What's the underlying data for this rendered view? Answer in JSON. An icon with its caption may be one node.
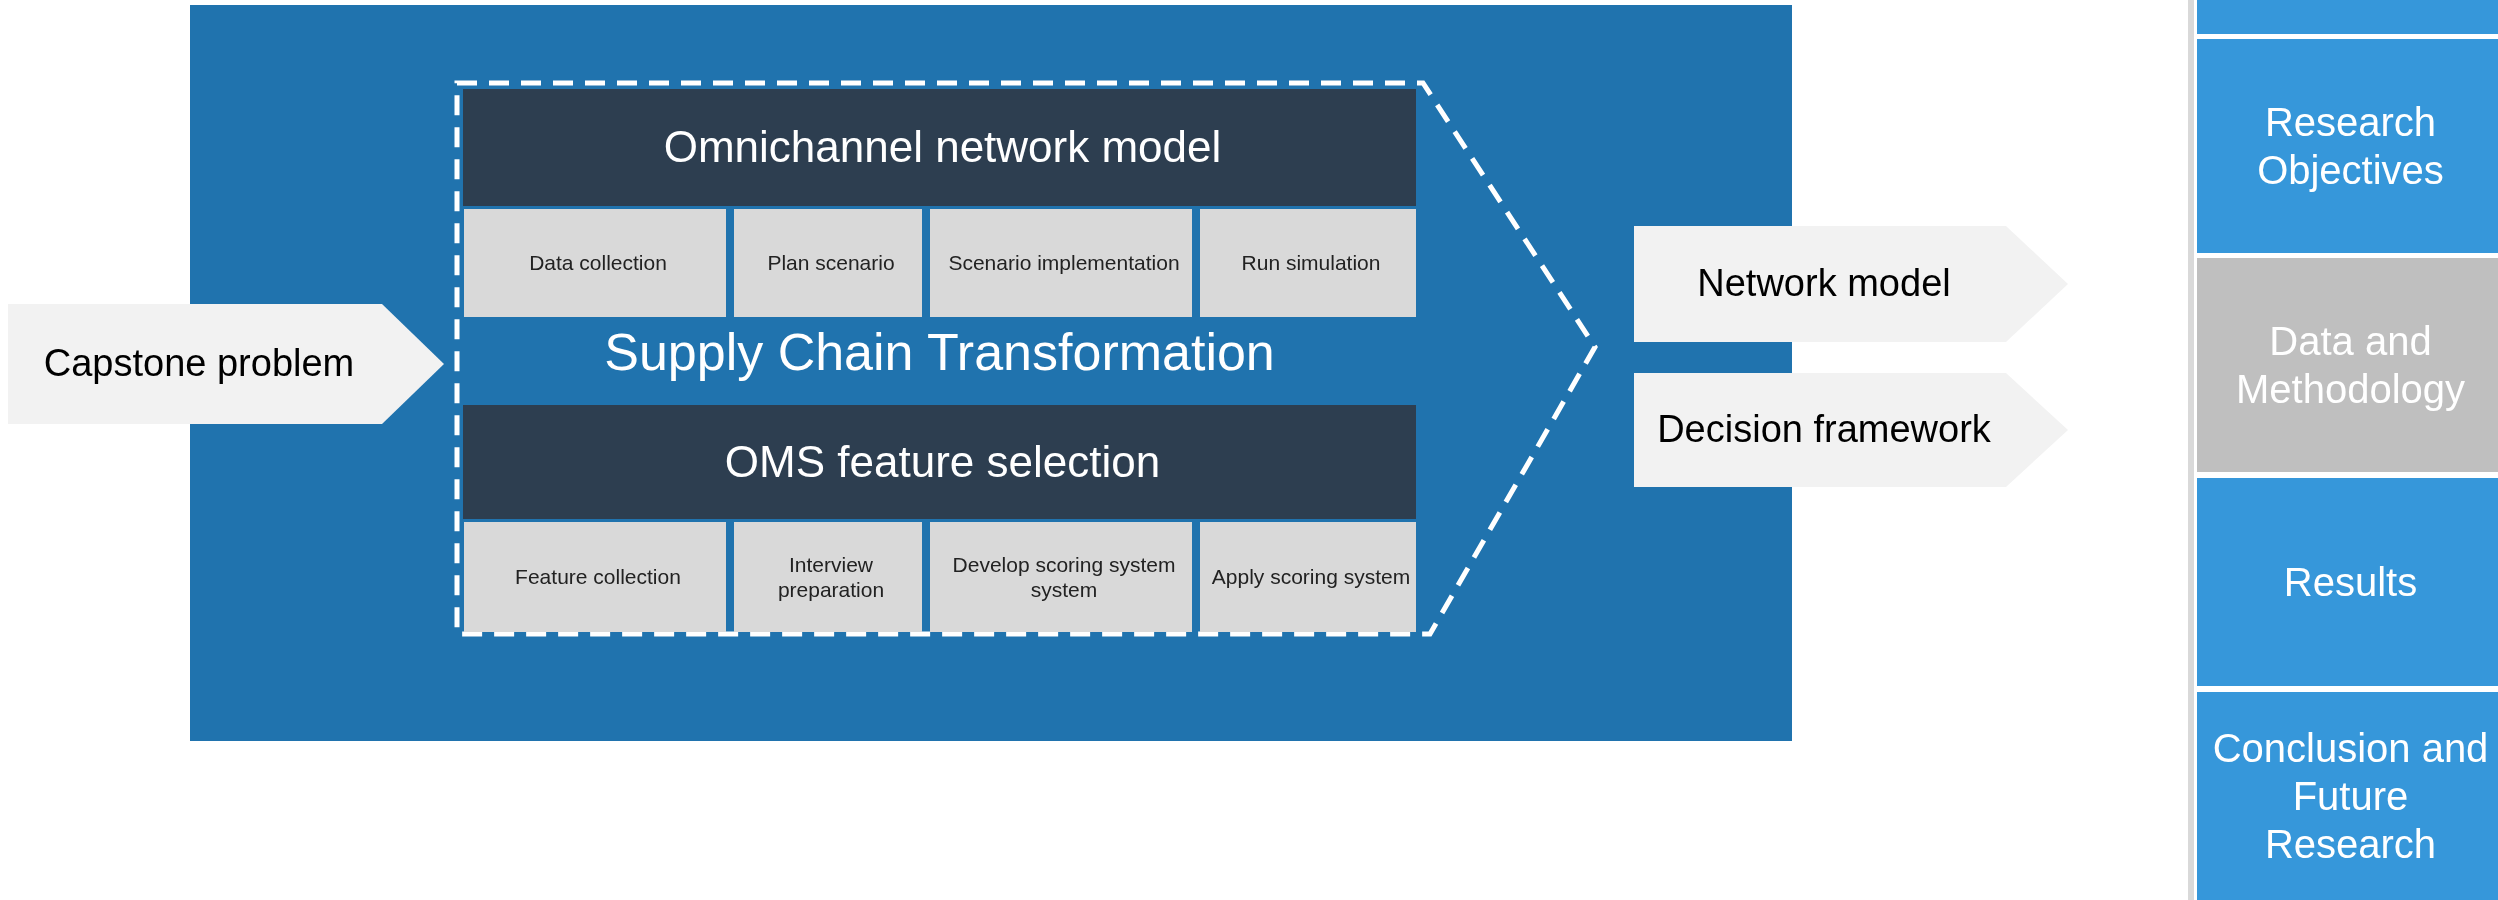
{
  "diagram": {
    "nodes": [
      {
        "text": [],
        "shape": "box"
      },
      {
        "text": [
          "Supply Chain Transformation"
        ],
        "in": 0
      },
      {
        "text": [
          "Omnichannel network model"
        ],
        "in": 1
      },
      {
        "text": [
          "Data collection"
        ],
        "in": 1
      },
      {
        "text": [
          "Plan scenario"
        ],
        "in": 1
      },
      {
        "text": [
          "Scenario implementation"
        ],
        "in": 1
      },
      {
        "text": [
          "Run simulation"
        ],
        "in": 1
      },
      {
        "text": [
          "OMS feature selection"
        ],
        "in": 1
      },
      {
        "text": [
          "Feature collection"
        ],
        "in": 1
      },
      {
        "text": [
          "Interview preparation"
        ],
        "in": 1
      },
      {
        "text": [
          "Develop scoring system system"
        ],
        "in": 1
      },
      {
        "text": [
          "Apply scoring system"
        ],
        "in": 1
      },
      {
        "text": [
          "Capstone problem"
        ]
      },
      {
        "text": [
          "Network model"
        ]
      },
      {
        "text": [
          "Decision framework"
        ]
      },
      {
        "text": [],
        "shape": "box"
      },
      {
        "text": [
          "Research Objectives"
        ]
      },
      {
        "text": [
          "Data and Methodology"
        ]
      },
      {
        "text": [
          "Results"
        ]
      },
      {
        "text": [
          "Conclusion and Future Research"
        ]
      }
    ]
  }
}
